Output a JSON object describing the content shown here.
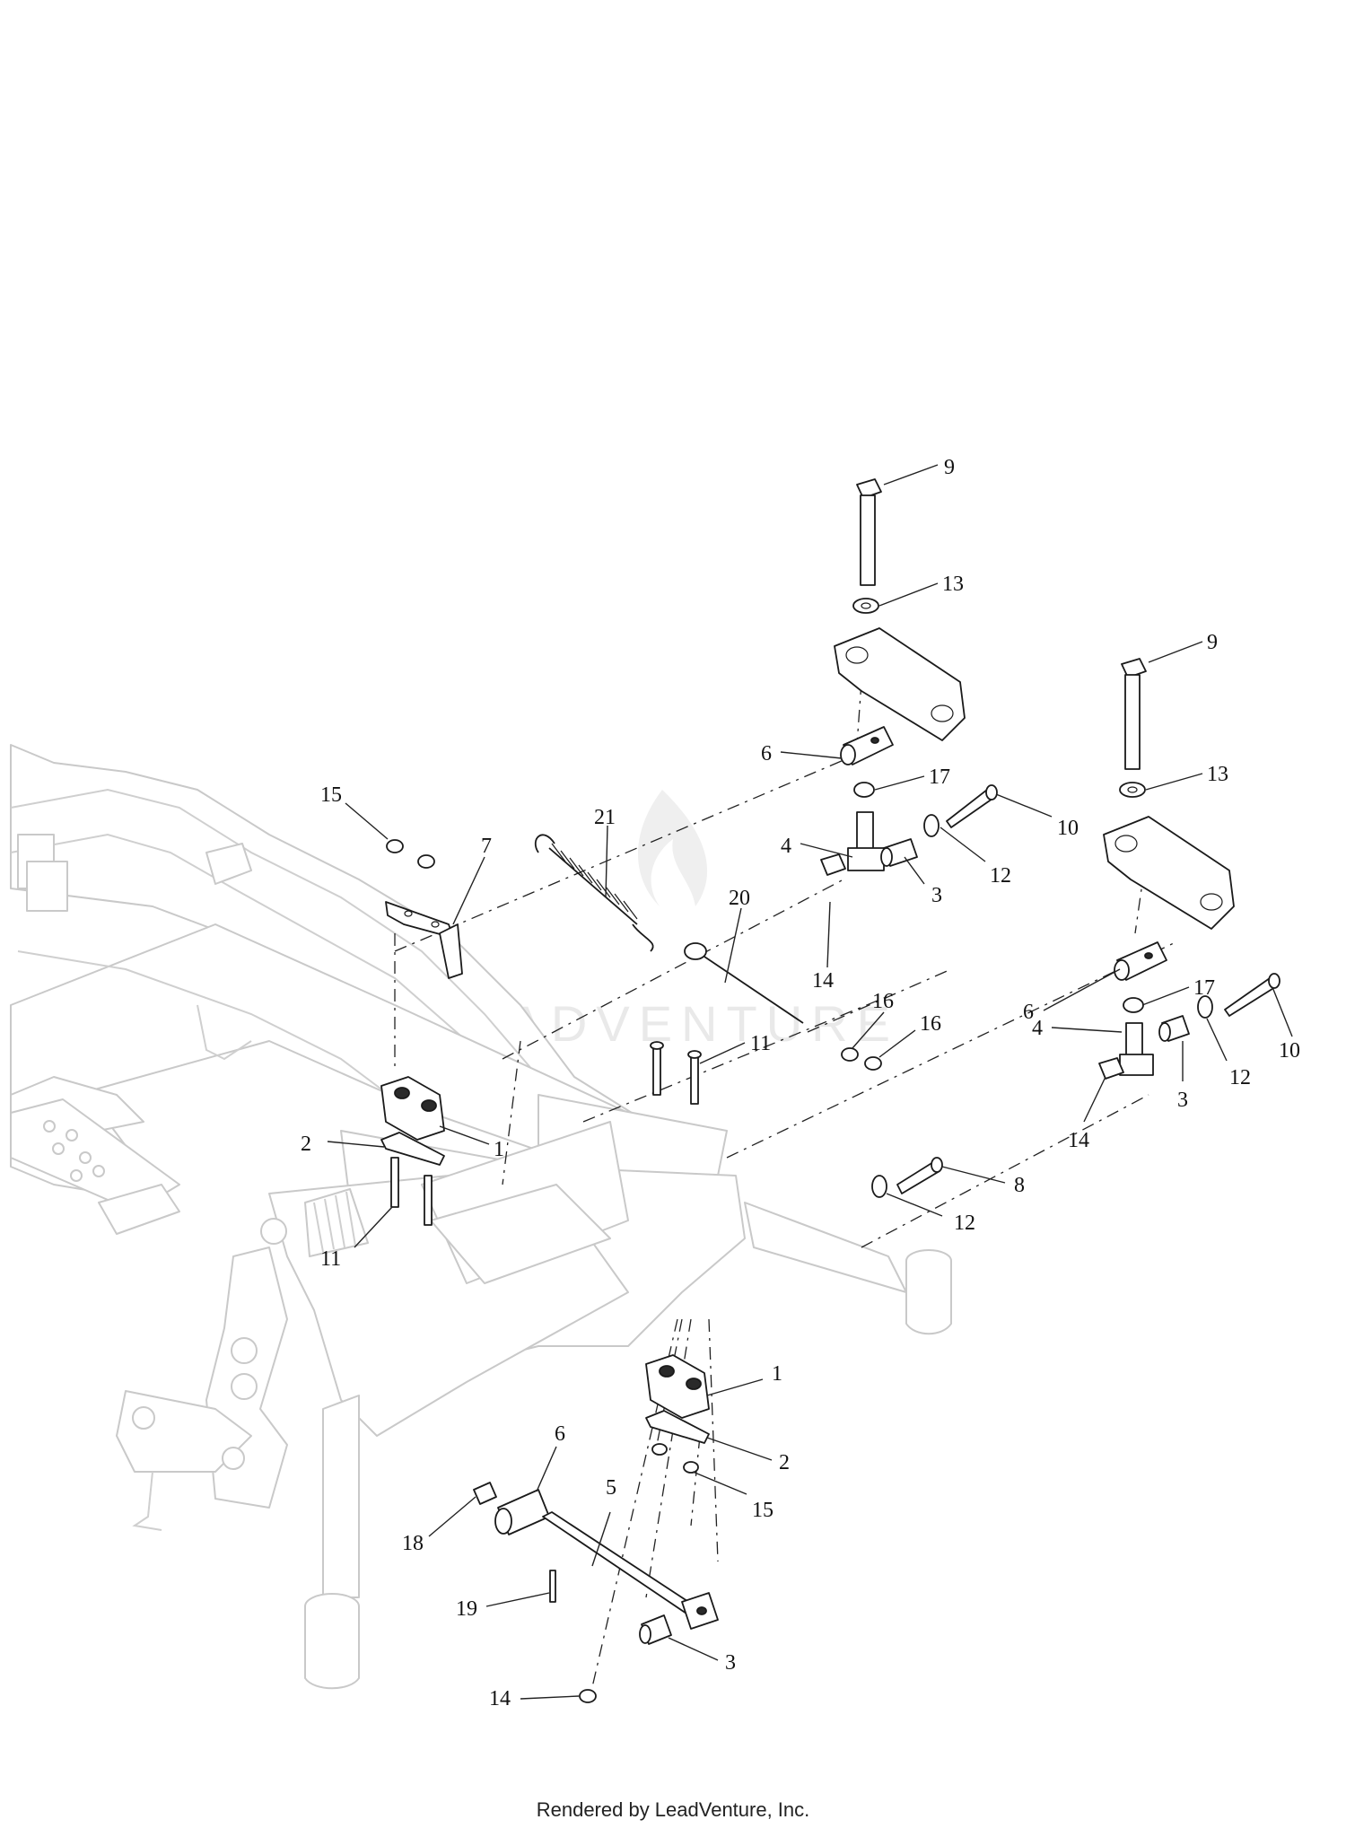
{
  "watermark": "LEADVENTURE",
  "footer": "Rendered by LeadVenture, Inc.",
  "callouts": [
    {
      "id": "c9a",
      "label": "9"
    },
    {
      "id": "c13a",
      "label": "13"
    },
    {
      "id": "c9b",
      "label": "9"
    },
    {
      "id": "c13b",
      "label": "13"
    },
    {
      "id": "c6a",
      "label": "6"
    },
    {
      "id": "c17a",
      "label": "17"
    },
    {
      "id": "c10a",
      "label": "10"
    },
    {
      "id": "c21",
      "label": "21"
    },
    {
      "id": "c4a",
      "label": "4"
    },
    {
      "id": "c12a",
      "label": "12"
    },
    {
      "id": "c3a",
      "label": "3"
    },
    {
      "id": "c15a",
      "label": "15"
    },
    {
      "id": "c7",
      "label": "7"
    },
    {
      "id": "c20",
      "label": "20"
    },
    {
      "id": "c14a",
      "label": "14"
    },
    {
      "id": "c6b",
      "label": "6"
    },
    {
      "id": "c17b",
      "label": "17"
    },
    {
      "id": "c16a",
      "label": "16"
    },
    {
      "id": "c16b",
      "label": "16"
    },
    {
      "id": "c4b",
      "label": "4"
    },
    {
      "id": "c10b",
      "label": "10"
    },
    {
      "id": "c11a",
      "label": "11"
    },
    {
      "id": "c12b",
      "label": "12"
    },
    {
      "id": "c3b",
      "label": "3"
    },
    {
      "id": "c14b",
      "label": "14"
    },
    {
      "id": "c2a",
      "label": "2"
    },
    {
      "id": "c1a",
      "label": "1"
    },
    {
      "id": "c8",
      "label": "8"
    },
    {
      "id": "c12c",
      "label": "12"
    },
    {
      "id": "c11b",
      "label": "11"
    },
    {
      "id": "c1b",
      "label": "1"
    },
    {
      "id": "c2b",
      "label": "2"
    },
    {
      "id": "c6c",
      "label": "6"
    },
    {
      "id": "c5",
      "label": "5"
    },
    {
      "id": "c15b",
      "label": "15"
    },
    {
      "id": "c18",
      "label": "18"
    },
    {
      "id": "c19",
      "label": "19"
    },
    {
      "id": "c14c",
      "label": "14"
    },
    {
      "id": "c3c",
      "label": "3"
    }
  ]
}
